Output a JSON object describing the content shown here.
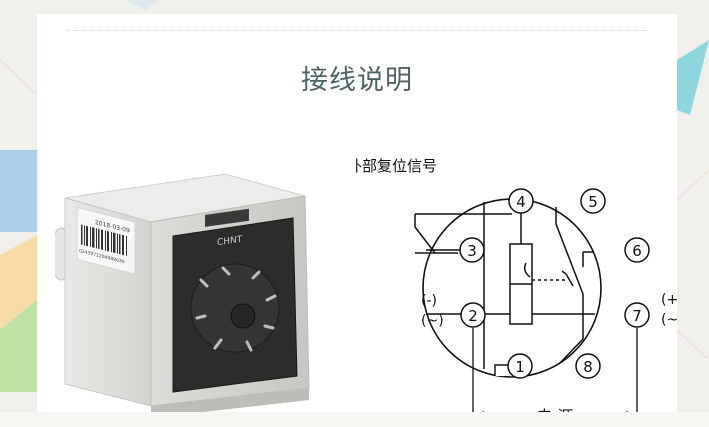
{
  "title": "接线说明",
  "relay": {
    "date_label": "2018-03-09",
    "serial_label": "0243971204989030",
    "brand": "CHNT"
  },
  "wiring": {
    "caption": "外部复位信号",
    "terminals": [
      "1",
      "2",
      "3",
      "4",
      "5",
      "6",
      "7",
      "8"
    ],
    "left_polarity": [
      "(-)",
      "(~)"
    ],
    "right_polarity": [
      "(+)",
      "(~)"
    ],
    "power_label": "电  源"
  },
  "colors": {
    "background": "#f1efe9",
    "panel": "#ffffff",
    "title": "#4f6363",
    "line": "#111111",
    "accent_teal": "#7fd0d8",
    "accent_blue": "#a8cde8",
    "accent_yellow": "#f4d9a0",
    "accent_green": "#b8dfa0"
  }
}
